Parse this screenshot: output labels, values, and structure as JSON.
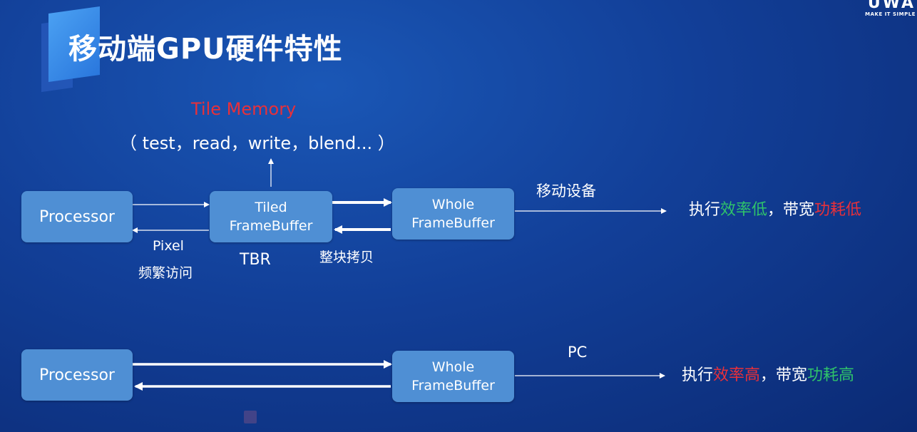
{
  "slide": {
    "title": "移动端GPU硬件特性",
    "logo": {
      "mark": "UWA",
      "tagline": "MAKE IT SIMPLE"
    }
  },
  "mobile": {
    "tile_memory_title": "Tile Memory",
    "tile_memory_ops": "（ test，read，write，blend... ）",
    "processor": "Processor",
    "tiled_fb_line1": "Tiled",
    "tiled_fb_line2": "FrameBuffer",
    "whole_fb_line1": "Whole",
    "whole_fb_line2": "FrameBuffer",
    "pixel": "Pixel",
    "frequent_access": "频繁访问",
    "tbr": "TBR",
    "block_copy": "整块拷贝",
    "device": "移动设备",
    "result": {
      "p1": "执行",
      "p2": "效率低",
      "p3": "，带宽",
      "p4": "功耗低"
    }
  },
  "pc": {
    "processor": "Processor",
    "whole_fb_line1": "Whole",
    "whole_fb_line2": "FrameBuffer",
    "device": "PC",
    "result": {
      "p1": "执行",
      "p2": "效率高",
      "p3": "，带宽",
      "p4": "功耗高"
    }
  },
  "colors": {
    "box": "#4f8fd4",
    "red": "#e8303a",
    "green": "#2fc36a",
    "bg": "#123f98"
  }
}
